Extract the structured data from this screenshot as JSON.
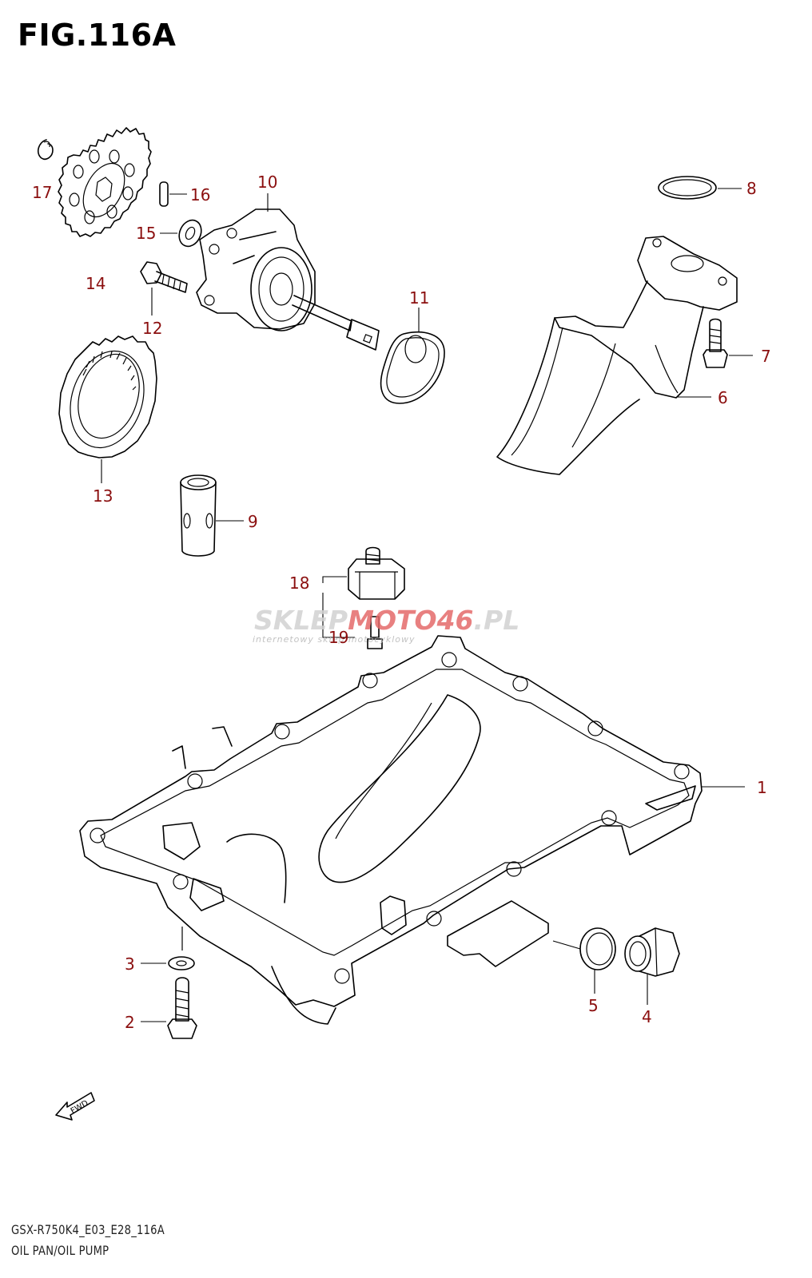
{
  "figure": {
    "title": "FIG.116A",
    "code": "GSX-R750K4_E03_E28_116A",
    "name": "OIL PAN/OIL PUMP",
    "fwd_label": "FWD"
  },
  "watermark": {
    "brand_part1": "SKLEP",
    "brand_part2": "MOTO",
    "brand_part3": "46",
    "brand_part4": ".PL",
    "tagline": "internetowy sklep motocyklowy",
    "colors": {
      "gray": "#cfcfcf",
      "red": "#e05a5a"
    }
  },
  "callouts": [
    {
      "id": "1",
      "label": "1"
    },
    {
      "id": "2",
      "label": "2"
    },
    {
      "id": "3",
      "label": "3"
    },
    {
      "id": "4",
      "label": "4"
    },
    {
      "id": "5",
      "label": "5"
    },
    {
      "id": "6",
      "label": "6"
    },
    {
      "id": "7",
      "label": "7"
    },
    {
      "id": "8",
      "label": "8"
    },
    {
      "id": "9",
      "label": "9"
    },
    {
      "id": "10",
      "label": "10"
    },
    {
      "id": "11",
      "label": "11"
    },
    {
      "id": "12",
      "label": "12"
    },
    {
      "id": "13",
      "label": "13"
    },
    {
      "id": "14",
      "label": "14"
    },
    {
      "id": "15",
      "label": "15"
    },
    {
      "id": "16",
      "label": "16"
    },
    {
      "id": "17",
      "label": "17"
    },
    {
      "id": "18",
      "label": "18"
    },
    {
      "id": "19",
      "label": "19"
    }
  ],
  "colors": {
    "callout": "#8b0f0f",
    "line": "#000000"
  }
}
